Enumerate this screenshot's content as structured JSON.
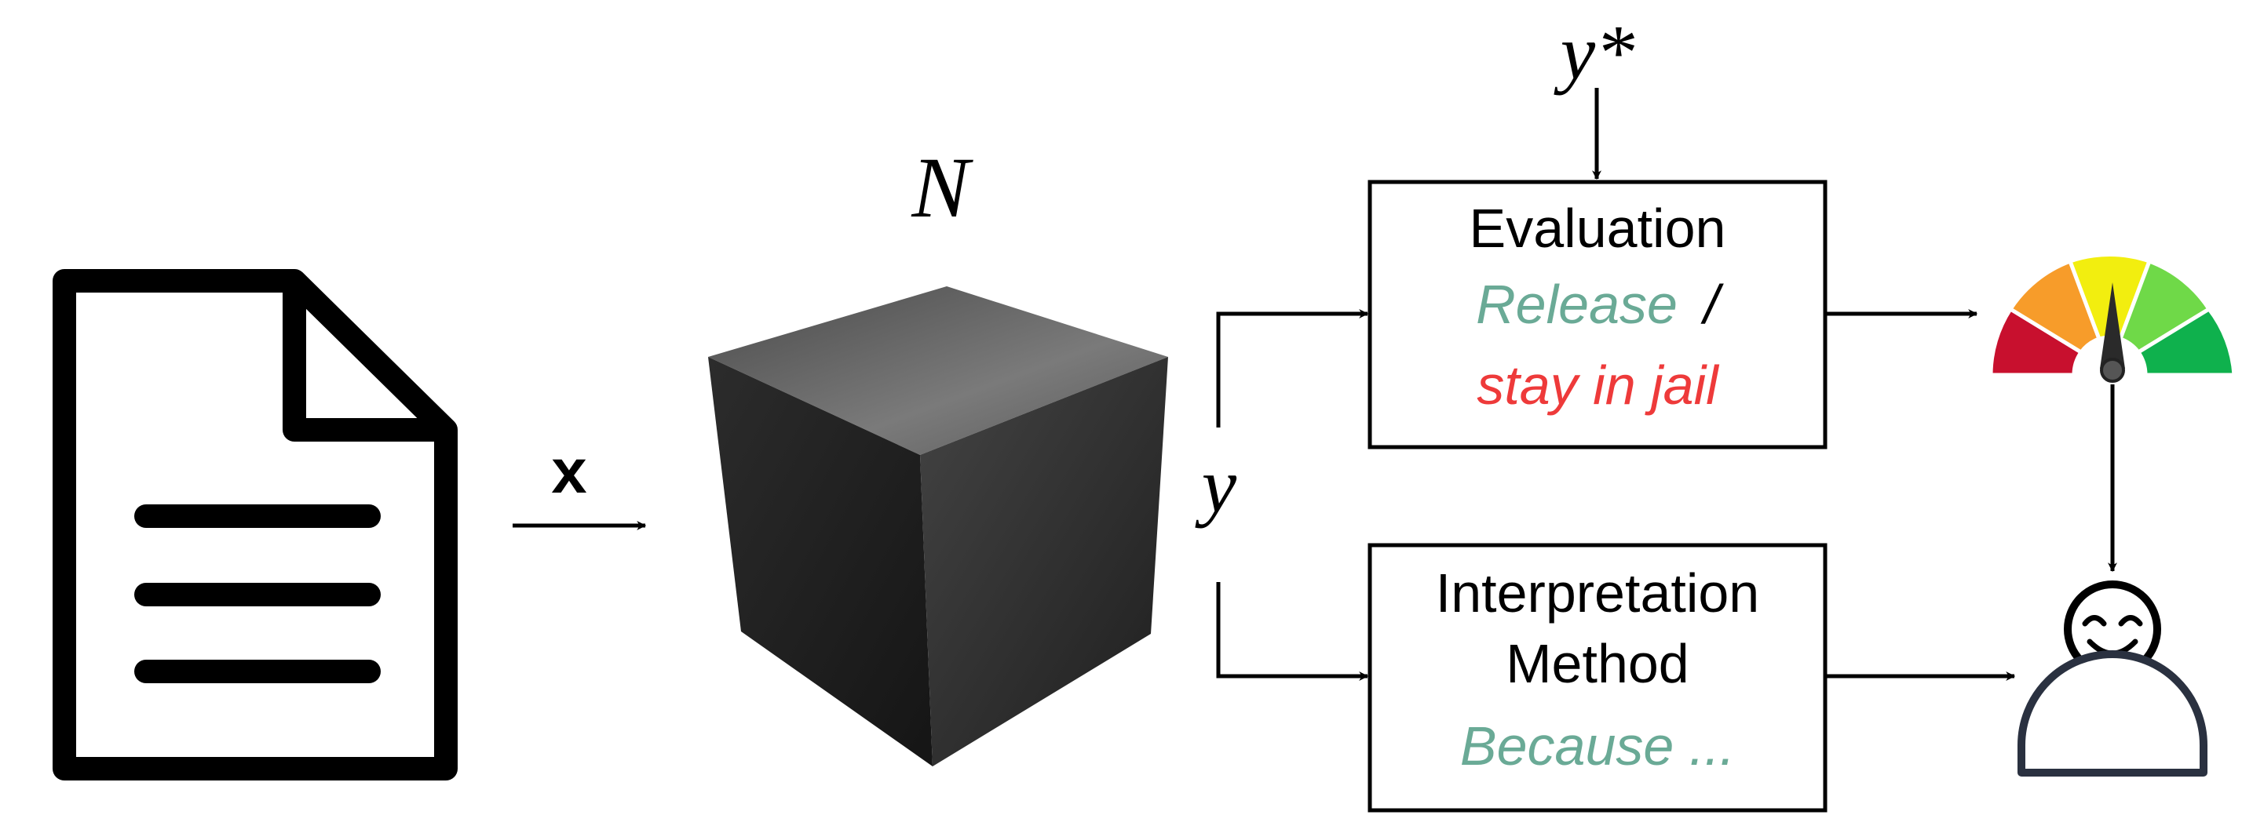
{
  "labels": {
    "input_var": "x",
    "model_name": "N",
    "output_var": "y",
    "target_var": "y*"
  },
  "evaluation_box": {
    "title": "Evaluation",
    "option_release": "Release",
    "separator": "/",
    "option_jail": "stay in jail"
  },
  "interpretation_box": {
    "title_line1": "Interpretation",
    "title_line2": "Method",
    "explanation": "Because ..."
  },
  "colors": {
    "stroke": "#000000",
    "release_teal": "#6aaa96",
    "jail_red": "#ee3a3a",
    "explain_teal": "#6aaa96",
    "gauge_red": "#c8102e",
    "gauge_orange": "#f79c2a",
    "gauge_yellow": "#f2ee0f",
    "gauge_lightgreen": "#6fd948",
    "gauge_green": "#0fb14d",
    "cube_top": "#6e6e6e",
    "cube_left": "#2e2e2e",
    "cube_right": "#3a3a3a",
    "person_stroke": "#2a3140"
  },
  "icons": {
    "document": "document-icon",
    "model": "black-box-cube-icon",
    "gauge": "gauge-meter-icon",
    "user": "smiling-user-icon"
  }
}
